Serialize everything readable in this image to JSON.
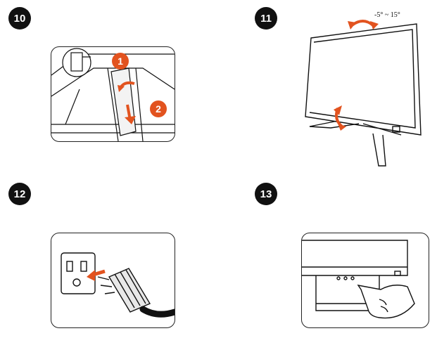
{
  "steps": [
    {
      "number": "10"
    },
    {
      "number": "11",
      "tilt_range": "-5° ~ 15°"
    },
    {
      "number": "12"
    },
    {
      "number": "13"
    }
  ],
  "callouts": [
    "1",
    "2"
  ],
  "colors": {
    "accent": "#e2531f",
    "line": "#111111",
    "badge": "#111111"
  }
}
